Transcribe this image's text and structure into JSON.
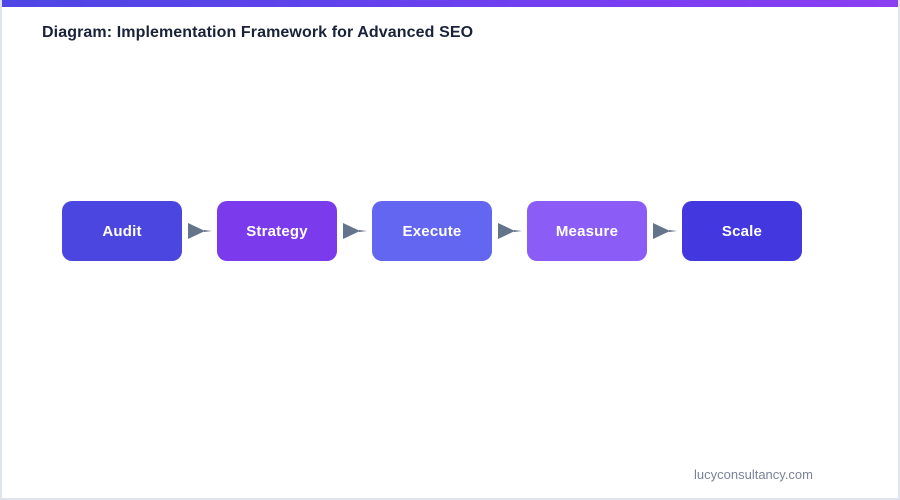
{
  "accent_bar": {
    "gradient_from": "#4f46e5",
    "gradient_to": "#8b3ff0"
  },
  "header": {
    "title": "Diagram: Implementation Framework for Advanced SEO",
    "title_color": "#1a2239"
  },
  "diagram": {
    "type": "linear-process-flow",
    "connector_icon": "arrow-right-icon",
    "connector_color": "#64748b",
    "steps": [
      {
        "label": "Audit",
        "color": "#4c46e0"
      },
      {
        "label": "Strategy",
        "color": "#7c3aed"
      },
      {
        "label": "Execute",
        "color": "#6366f1"
      },
      {
        "label": "Measure",
        "color": "#8b5cf6"
      },
      {
        "label": "Scale",
        "color": "#4338e0"
      }
    ]
  },
  "footer": {
    "url": "lucyconsultancy.com",
    "url_color": "#7a8499"
  }
}
